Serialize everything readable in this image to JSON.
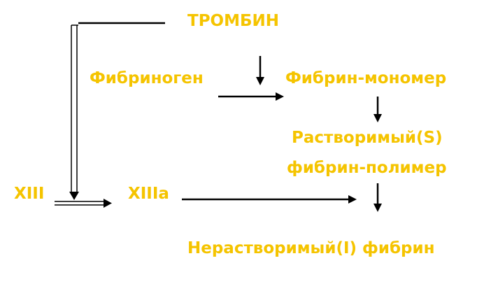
{
  "colors": {
    "label": "#f5c400",
    "line": "#000000",
    "background": "#ffffff"
  },
  "nodes": {
    "thrombin": "ТРОМБИН",
    "fibrinogen": "Фибриноген",
    "fibrin_monomer": "Фибрин-мономер",
    "soluble_polymer_line1": "Растворимый(S)",
    "soluble_polymer_line2": "фибрин-полимер",
    "factor_xiii": "XIII",
    "factor_xiiia": "XIIIa",
    "insoluble_fibrin": "Нерастворимый(I) фибрин"
  }
}
